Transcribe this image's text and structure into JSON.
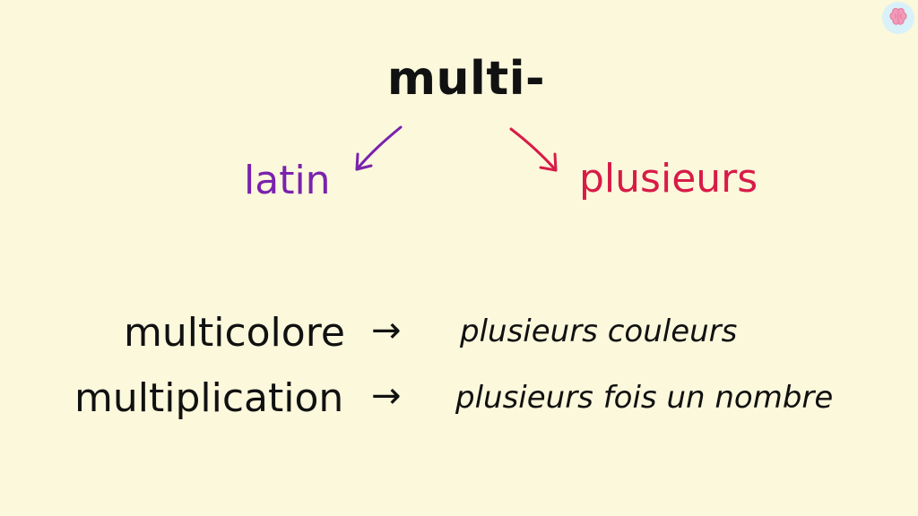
{
  "root": {
    "word": "multi-"
  },
  "branches": [
    {
      "text": "latin",
      "color": "#7a22ad"
    },
    {
      "text": "plusieurs",
      "color": "#d81b47"
    }
  ],
  "examples": [
    {
      "word": "multicolore",
      "arrow": "→",
      "meaning": "plusieurs couleurs"
    },
    {
      "word": "multiplication",
      "arrow": "→",
      "meaning": "plusieurs fois un nombre"
    }
  ],
  "colors": {
    "background": "#fbf8dc",
    "text": "#111111",
    "logo_bg": "#d9f1f8",
    "logo_fg": "#f29ab8"
  }
}
